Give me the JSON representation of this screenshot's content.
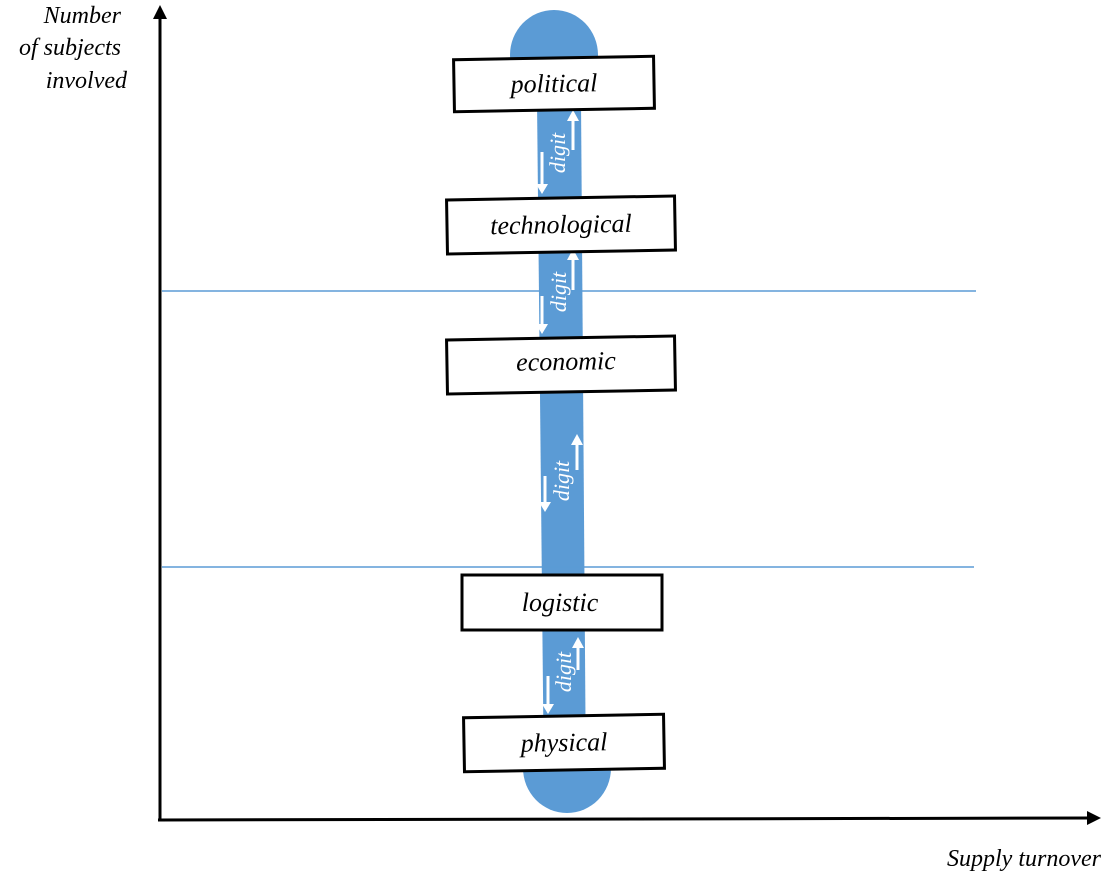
{
  "axes": {
    "y_label_lines": [
      "Number",
      "of subjects",
      "involved"
    ],
    "x_label": "Supply turnover"
  },
  "layers": [
    {
      "label": "political"
    },
    {
      "label": "technological"
    },
    {
      "label": "economic"
    },
    {
      "label": "logistic"
    },
    {
      "label": "physical"
    }
  ],
  "connector_label": "digit",
  "colors": {
    "band": "#5b9bd5",
    "guide_line": "#5b9bd5",
    "box_border": "#000000",
    "arrow": "#ffffff"
  }
}
